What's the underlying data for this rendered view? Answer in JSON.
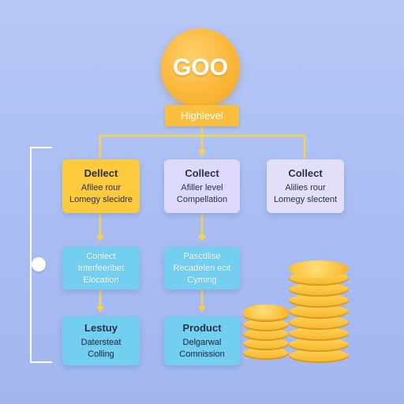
{
  "header": {
    "coin_text": "GOO",
    "label": "Highlevel"
  },
  "row1": [
    {
      "title": "Dellect",
      "lines": [
        "Afilee rour",
        "Lomegy slecidre"
      ]
    },
    {
      "title": "Collect",
      "lines": [
        "Afiller level",
        "Compellation"
      ]
    },
    {
      "title": "Collect",
      "lines": [
        "Alilies rour",
        "Lomegy slectent"
      ]
    }
  ],
  "row2": [
    {
      "lines": [
        "Conlect",
        "Interfeeribet",
        "Elocation"
      ]
    },
    {
      "lines": [
        "Pascdlise",
        "Recadelen ecit",
        "Cyming"
      ]
    }
  ],
  "row3": [
    {
      "title": "Lestuy",
      "lines": [
        "Datersteat",
        "Colling"
      ]
    },
    {
      "title": "Product",
      "lines": [
        "Delgarwal",
        "Comnission"
      ]
    }
  ],
  "colors": {
    "background": "#aabef3",
    "yellow": "#fccb3d",
    "lavender": "#dcd9fa",
    "cyan": "#73cff0",
    "connector": "#f6d34a",
    "coin": "#f6b62a"
  }
}
